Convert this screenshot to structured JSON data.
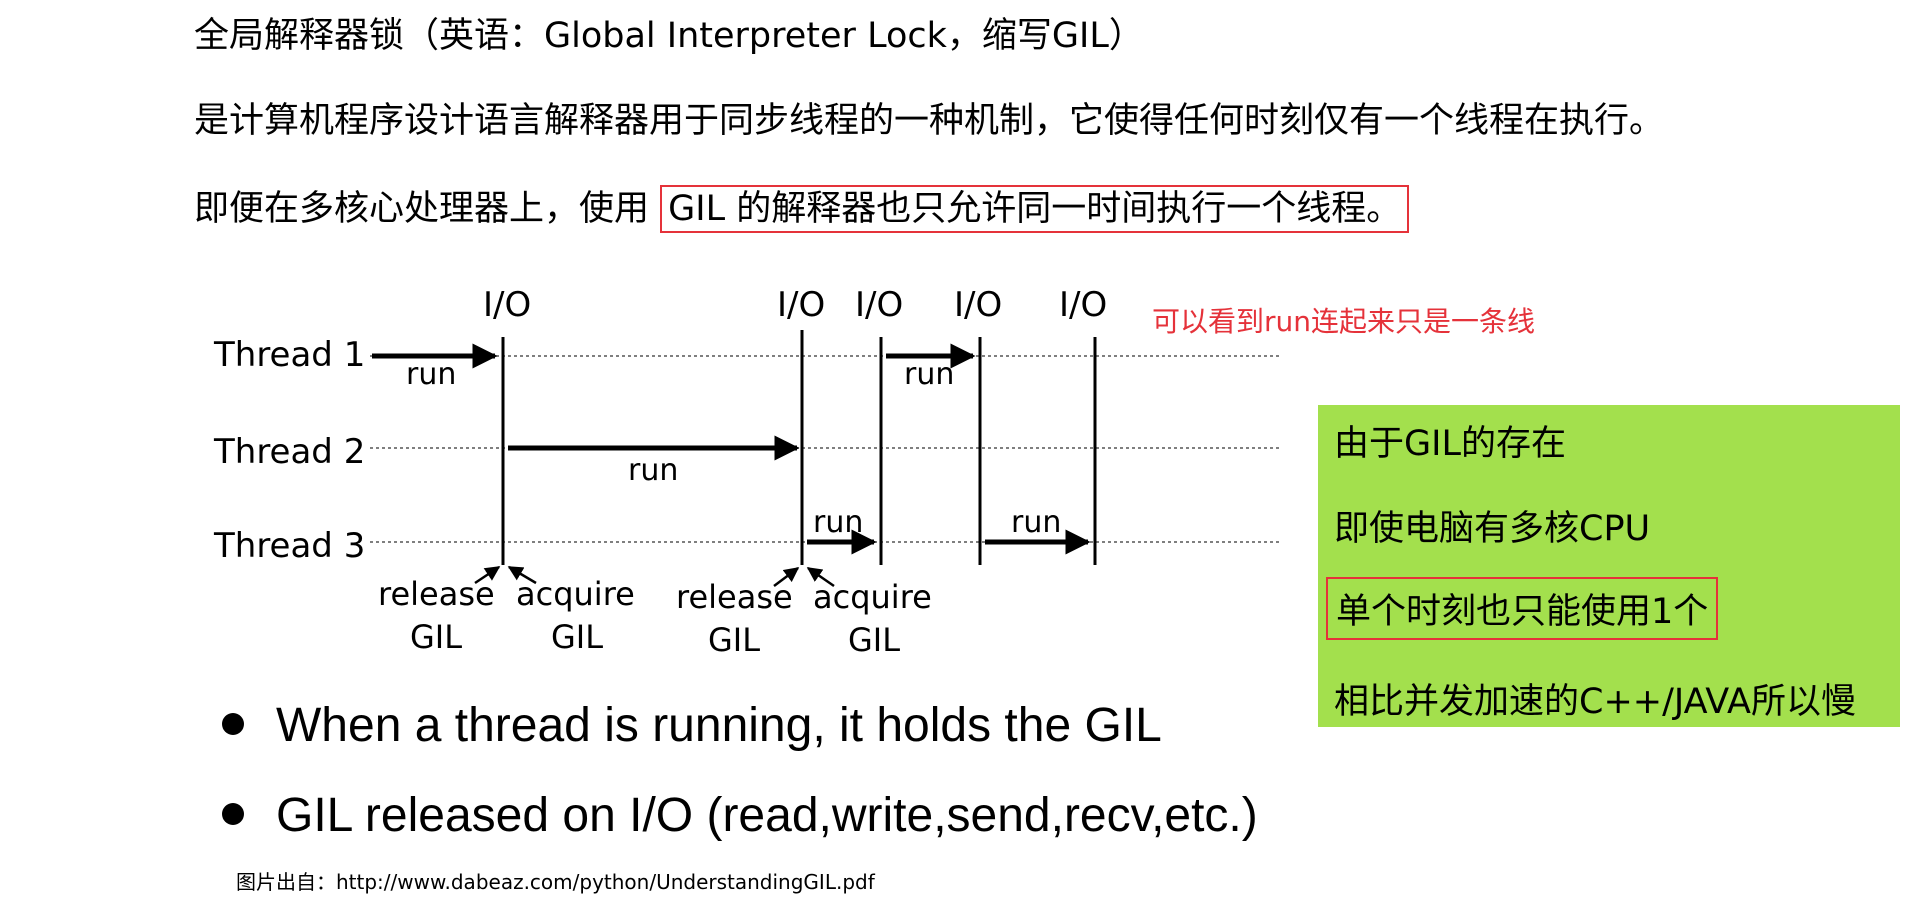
{
  "intro": {
    "line1": "全局解释器锁（英语：Global Interpreter Lock，缩写GIL）",
    "line2": "是计算机程序设计语言解释器用于同步线程的一种机制，它使得任何时刻仅有一个线程在执行。",
    "line3_prefix": "即便在多核心处理器上，使用 ",
    "line3_boxed": "GIL 的解释器也只允许同一时间执行一个线程。"
  },
  "diagram": {
    "threads": [
      "Thread 1",
      "Thread 2",
      "Thread 3"
    ],
    "io_label": "I/O",
    "run_label": "run",
    "events": [
      {
        "top": "release",
        "bottom": "GIL"
      },
      {
        "top": "acquire",
        "bottom": "GIL"
      },
      {
        "top": "release",
        "bottom": "GIL"
      },
      {
        "top": "acquire",
        "bottom": "GIL"
      }
    ]
  },
  "annotation": "可以看到run连起来只是一条线",
  "green_box": {
    "line1": "由于GIL的存在",
    "line2": "即使电脑有多核CPU",
    "line3": "单个时刻也只能使用1个",
    "line4": "相比并发加速的C++/JAVA所以慢"
  },
  "bullets": [
    "When a thread is running, it holds the GIL",
    "GIL released on I/O (read,write,send,recv,etc.)"
  ],
  "source": "图片出自：http://www.dabeaz.com/python/UnderstandingGIL.pdf",
  "colors": {
    "accent_red": "#e5323a",
    "green_box": "#a3e04d"
  }
}
